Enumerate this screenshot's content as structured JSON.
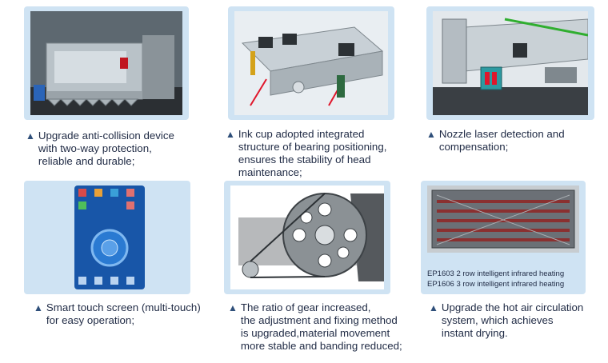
{
  "captions": [
    {
      "marker": "▲",
      "text": "Upgrade anti-collision device\nwith two-way protection,\nreliable and durable;"
    },
    {
      "marker": "▲",
      "text": "Ink cup adopted integrated\nstructure of bearing positioning,\nensures the stability of head\nmaintenance;"
    },
    {
      "marker": "▲",
      "text": "Nozzle laser detection and\ncompensation;"
    },
    {
      "marker": "▲",
      "text": "Smart touch screen (multi-touch)\nfor easy operation;"
    },
    {
      "marker": "▲",
      "text": "The ratio of gear increased,\nthe adjustment and fixing method\nis upgraded,material movement\nmore stable and banding reduced;"
    },
    {
      "marker": "▲",
      "text": "Upgrade the hot air circulation\nsystem, which achieves\ninstant drying."
    }
  ],
  "heater_notes": [
    "EP1603  2 row intelligent infrared heating",
    "EP1606  3 row intelligent infrared heating"
  ],
  "colors": {
    "card": "#cfe3f3",
    "accent": "#e0162b",
    "text": "#1f2a44",
    "marker": "#2f4f7a"
  }
}
